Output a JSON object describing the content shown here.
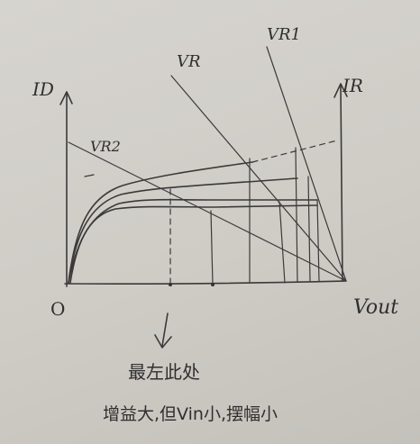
{
  "labels": {
    "y_axis_left": "ID",
    "y_axis_right": "IR",
    "x_axis": "Vout",
    "origin": "O",
    "vr_line": "VR",
    "vr1_line": "VR1",
    "vr2_line": "VR2"
  },
  "notes": {
    "line1": "最左此处",
    "line2": "增益大,但Vin小,摆幅小"
  }
}
